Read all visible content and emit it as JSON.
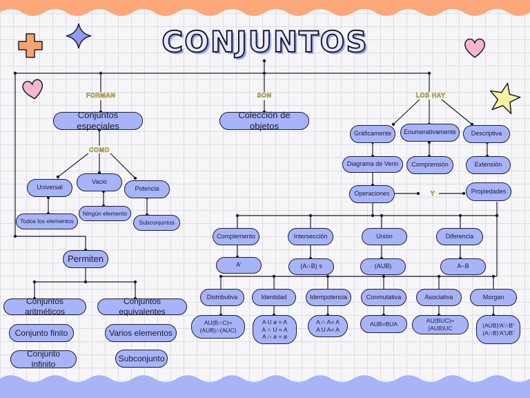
{
  "title": "CONJUNTOS",
  "connectors": {
    "forman": "FORMAN",
    "son": "SON",
    "los_hay": "LOS HAY",
    "como": "COMO",
    "y": "Y"
  },
  "nodes": {
    "conjuntos_especiales": "Conjuntos especiales",
    "coleccion": "Colección de objetos",
    "universal": "Universal",
    "vacio": "Vacio",
    "potencia": "Potencia",
    "todos": "Todos los elementos",
    "ningun": "Ningún elemento",
    "subconjuntos": "Subconjuntos",
    "graficamente": "Gráficamente",
    "enumerativamente": "Enumerativamente",
    "descriptiva": "Descriptiva",
    "venn": "Diagrama de Venn",
    "comprension": "Comprensión",
    "extension": "Extensión",
    "operaciones": "Operaciones",
    "propiedades": "Propiedades",
    "complemento": "Complemento",
    "interseccion": "Intersección",
    "union": "Unión",
    "diferencia": "Diferencia",
    "complemento_f": "A'",
    "interseccion_f": "(A∩B)     s",
    "union_f": "(AUB)",
    "diferencia_f": "A−B",
    "permiten": "Permiten",
    "aritmeticos": "Conjuntos aritméticos",
    "equivalentes": "Conjuntos equivalentes",
    "finito": "Conjunto finito",
    "varios": "Varios elementos",
    "infinito": "Conjunto infinito",
    "subconjunto": "Subconjunto",
    "distributiva": "Distributiva",
    "identidad": "Identidad",
    "idempotencia": "Idempotencia",
    "conmutativa": "Conmutativa",
    "asociativa": "Asociativa",
    "morgan": "Morgan",
    "distributiva_f": "AU(B∩C)=\n(AUB)∩(AUC)",
    "identidad_f": "A U ø = A\nA ∩ U = A\nA ∩ ø = ø",
    "idempotencia_f": "A ∩ A= A\nA U A= A",
    "conmutativa_f": "AUB=BUA",
    "asociativa_f": "AU(BUC)=(AUB)UC",
    "morgan_f": "(AUB)'A'∩B'\n(A∩B)'A'UB'"
  },
  "colors": {
    "node": "#a8b4f8",
    "top_band": "#fba77a",
    "bottom_band": "#a9b3f7",
    "heart": "#f7b6cf",
    "star_yellow": "#fbf2a0",
    "plus": "#f7a36e",
    "star_blue": "#8f9cf3"
  }
}
